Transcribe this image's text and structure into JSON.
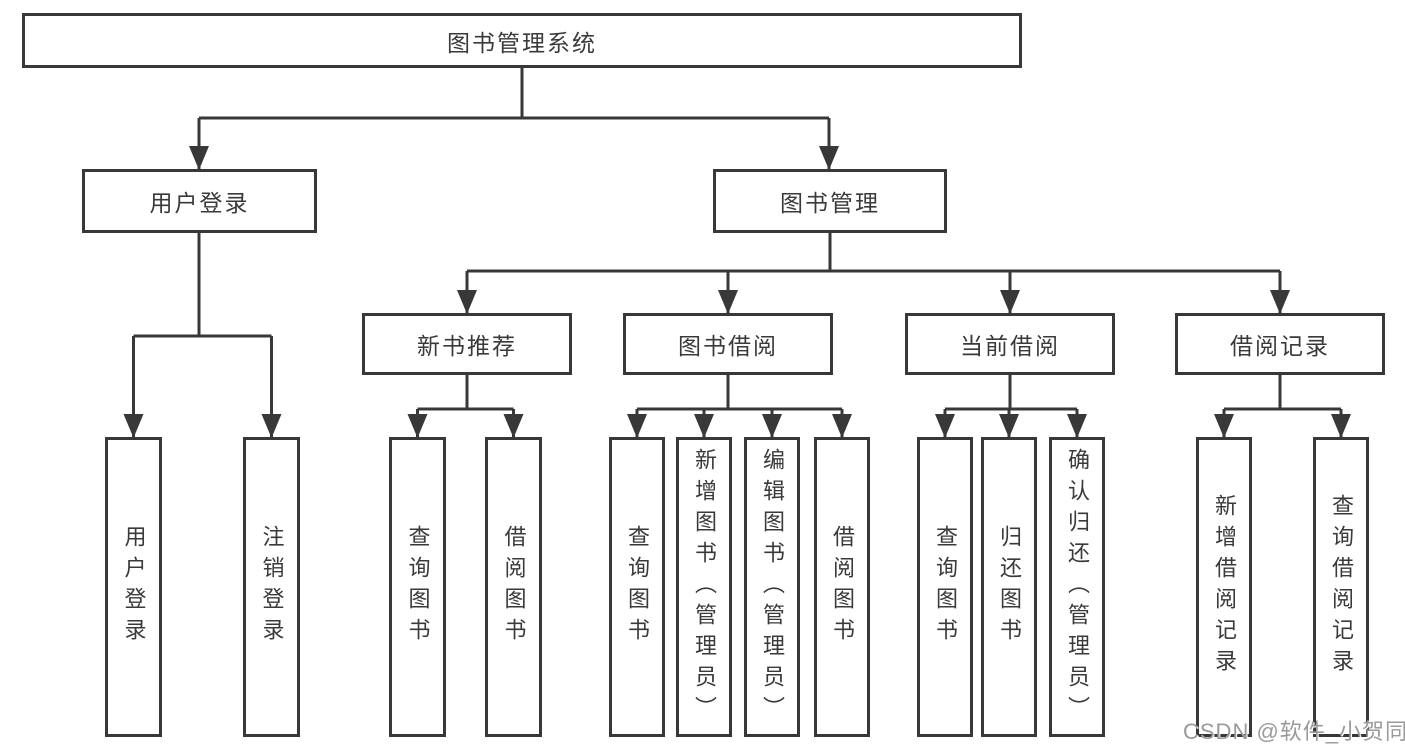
{
  "diagram": {
    "root": {
      "label": "图书管理系统"
    },
    "branches": [
      {
        "label": "用户登录",
        "children": [
          {
            "label": "用户登录"
          },
          {
            "label": "注销登录"
          }
        ]
      },
      {
        "label": "图书管理",
        "children": [
          {
            "label": "新书推荐",
            "children": [
              {
                "label": "查询图书"
              },
              {
                "label": "借阅图书"
              }
            ]
          },
          {
            "label": "图书借阅",
            "children": [
              {
                "label": "查询图书"
              },
              {
                "label": "新增图书（管理员）"
              },
              {
                "label": "编辑图书（管理员）"
              },
              {
                "label": "借阅图书"
              }
            ]
          },
          {
            "label": "当前借阅",
            "children": [
              {
                "label": "查询图书"
              },
              {
                "label": "归还图书"
              },
              {
                "label": "确认归还（管理员）"
              }
            ]
          },
          {
            "label": "借阅记录",
            "children": [
              {
                "label": "新增借阅记录"
              },
              {
                "label": "查询借阅记录"
              }
            ]
          }
        ]
      }
    ]
  },
  "watermark": {
    "text": "CSDN @软件_小贺同学",
    "color": "#9a9a9a"
  },
  "colors": {
    "line": "#383838",
    "text": "#3a3a3a",
    "background": "#ffffff"
  }
}
